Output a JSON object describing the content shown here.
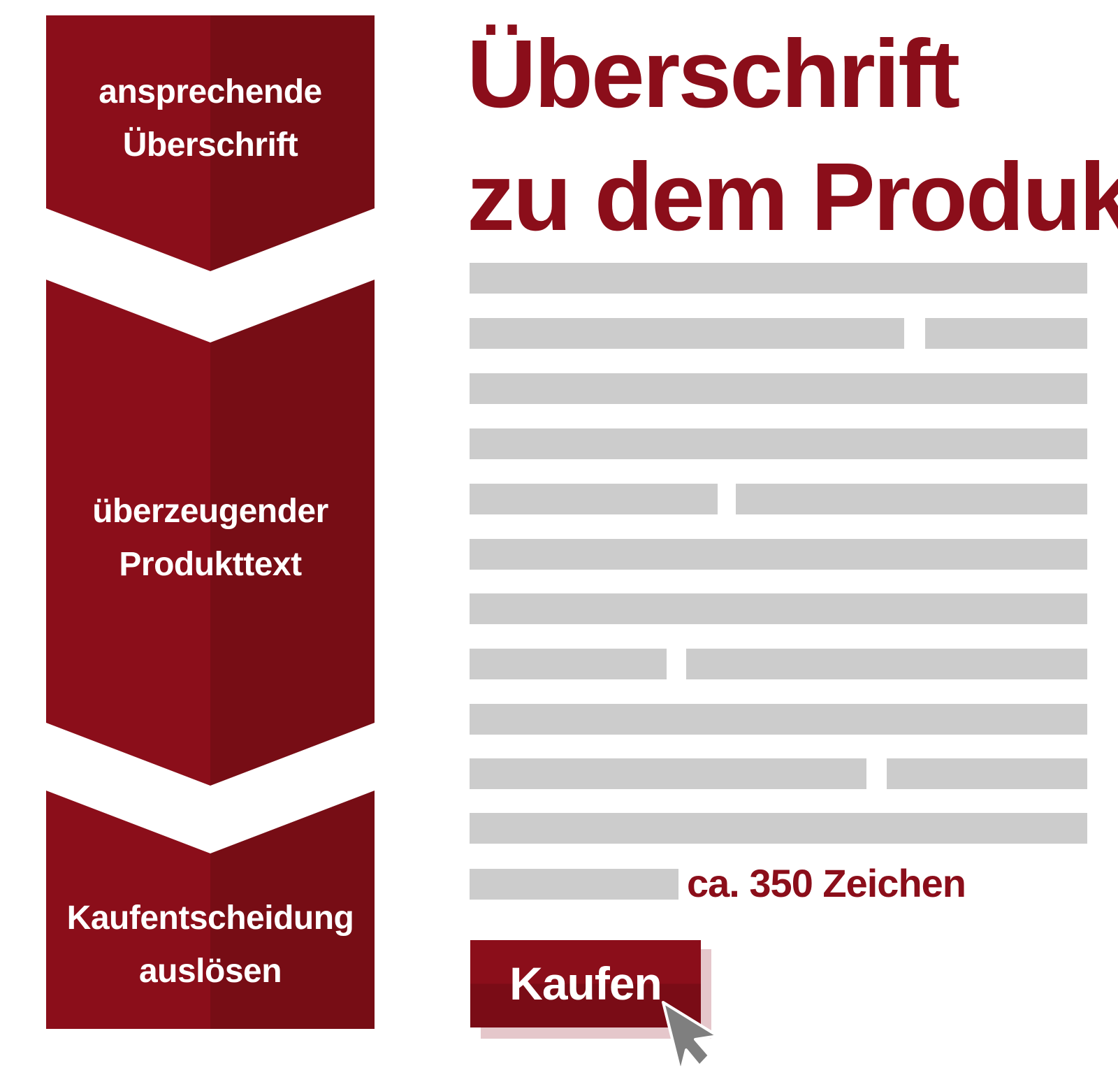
{
  "steps": [
    {
      "line1": "ansprechende",
      "line2": "Überschrift"
    },
    {
      "line1": "überzeugender",
      "line2": "Produkttext"
    },
    {
      "line1": "Kaufentscheidung",
      "line2": "auslösen"
    }
  ],
  "preview": {
    "headline_line1": "Überschrift",
    "headline_line2": "zu dem Produkt",
    "char_count": "ca. 350 Zeichen",
    "buy_button": "Kaufen"
  },
  "colors": {
    "accent": "#8b0e1a",
    "accent_dark": "#770d15",
    "placeholder_gray": "#cccccc"
  },
  "icons": [
    "mouse-pointer-icon"
  ]
}
